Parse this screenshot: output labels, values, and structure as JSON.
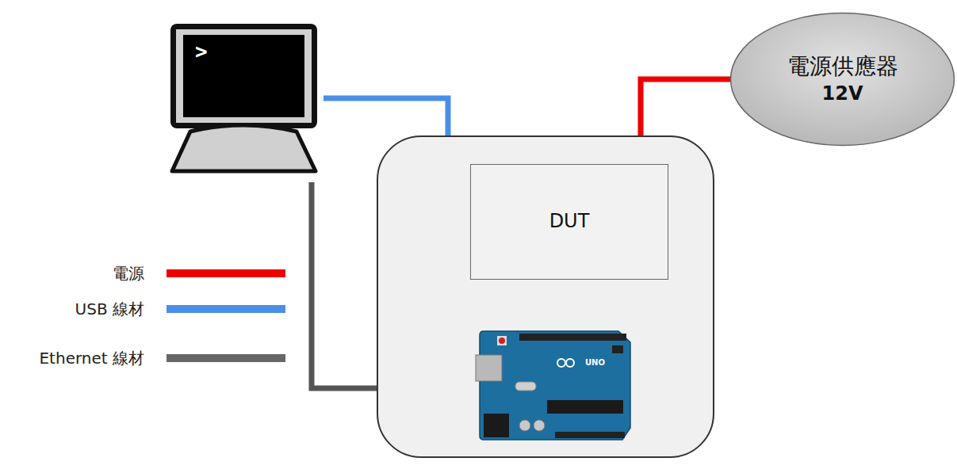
{
  "diagram": {
    "nodes": [
      {
        "text": [
          "電源供應器",
          "12V"
        ]
      },
      {
        "text": [
          "DUT"
        ]
      }
    ],
    "labels": [
      ">",
      "UNO"
    ],
    "legend": [
      {
        "text": "電源",
        "color": "#ee0000"
      },
      {
        "text": "USB 線材",
        "color": "#4a8fe7"
      },
      {
        "text": "Ethernet 線材",
        "color": "#666666"
      }
    ]
  }
}
